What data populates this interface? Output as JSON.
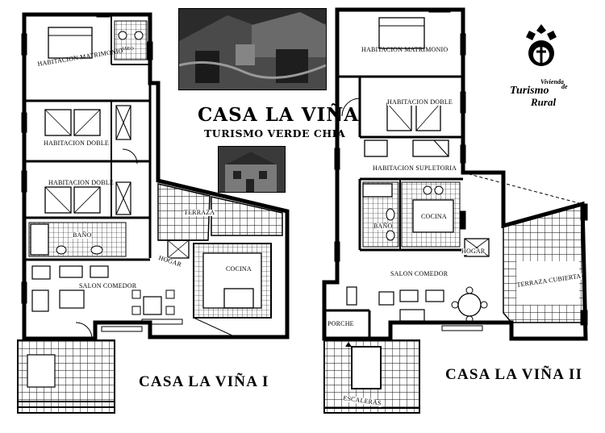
{
  "header": {
    "title": "CASA LA VIÑA",
    "subtitle": "TURISMO VERDE CHIA"
  },
  "logo": {
    "line1": "Vivienda",
    "line2": "Turismo",
    "line3": "de",
    "line4": "Rural",
    "icon": "grape-leaf-icon"
  },
  "plans": {
    "casa1": {
      "name": "CASA LA VIÑA I",
      "rooms": {
        "habitacion_matrimonio": "HABITACION MATRIMONIO",
        "aseo": "ASEO",
        "habitacion_doble_1": "HABITACION DOBLE",
        "habitacion_doble_2": "HABITACION DOBLE",
        "bano": "BAÑO",
        "terraza": "TERRAZA",
        "hogar": "HOGAR",
        "cocina": "COCINA",
        "salon_comedor": "SALON COMEDOR"
      }
    },
    "casa2": {
      "name": "CASA LA VIÑA II",
      "rooms": {
        "habitacion_matrimonio": "HABITACION MATRIMONIO",
        "habitacion_doble": "HABITACION DOBLE",
        "habitacion_supletoria": "HABITACION SUPLETORIA",
        "bano": "BAÑO",
        "cocina": "COCINA",
        "hogar": "HOGAR",
        "salon_comedor": "SALON COMEDOR",
        "terraza_cubierta": "TERRAZA CUBIERTA",
        "porche": "PORCHE",
        "escaleras": "ESCALERAS"
      }
    }
  }
}
